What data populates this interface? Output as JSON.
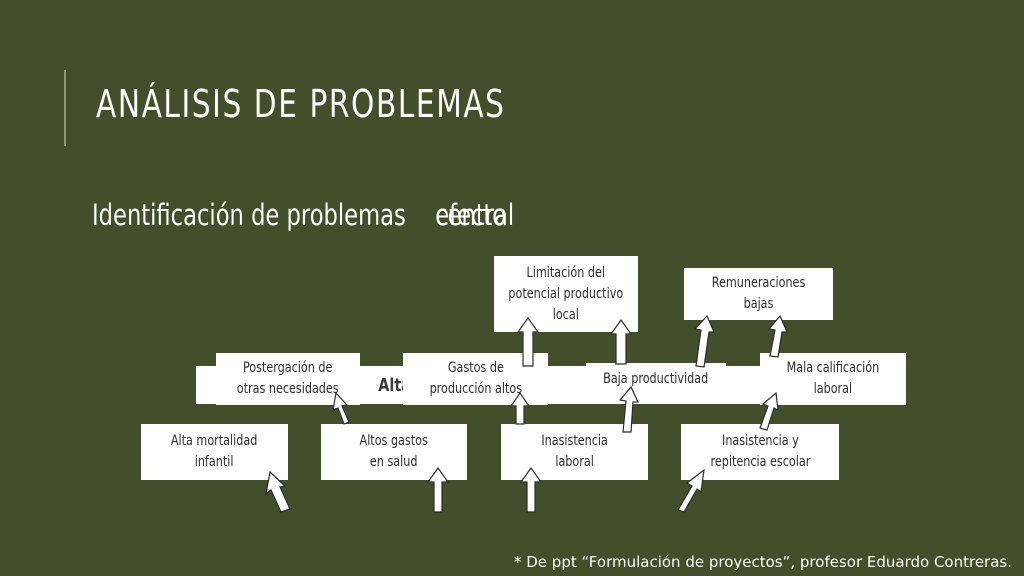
{
  "slide": {
    "title": "ANÁLISIS DE PROBLEMAS",
    "subtitle": "Identificación de problemas",
    "subtitle_overlay_a": "central",
    "subtitle_overlay_b": "efecto",
    "footnote": "* De ppt “Formulación de proyectos”, profesor Eduardo Contreras."
  },
  "diagram": {
    "central_problem": "Alta …eda",
    "effects_top": [
      "Limitación del\npotencial productivo\nlocal",
      "Remuneraciones\nbajas"
    ],
    "effects_middle": [
      "Postergación de\notras necesidades",
      "Gastos de\nproducción altos",
      "Baja productividad",
      "Mala calificación\nlaboral"
    ],
    "effects_bottom": [
      "Alta mortalidad\ninfantil",
      "Altos gastos\nen salud",
      "Inasistencia\nlaboral",
      "Inasistencia y\nrepitencia escolar"
    ]
  }
}
